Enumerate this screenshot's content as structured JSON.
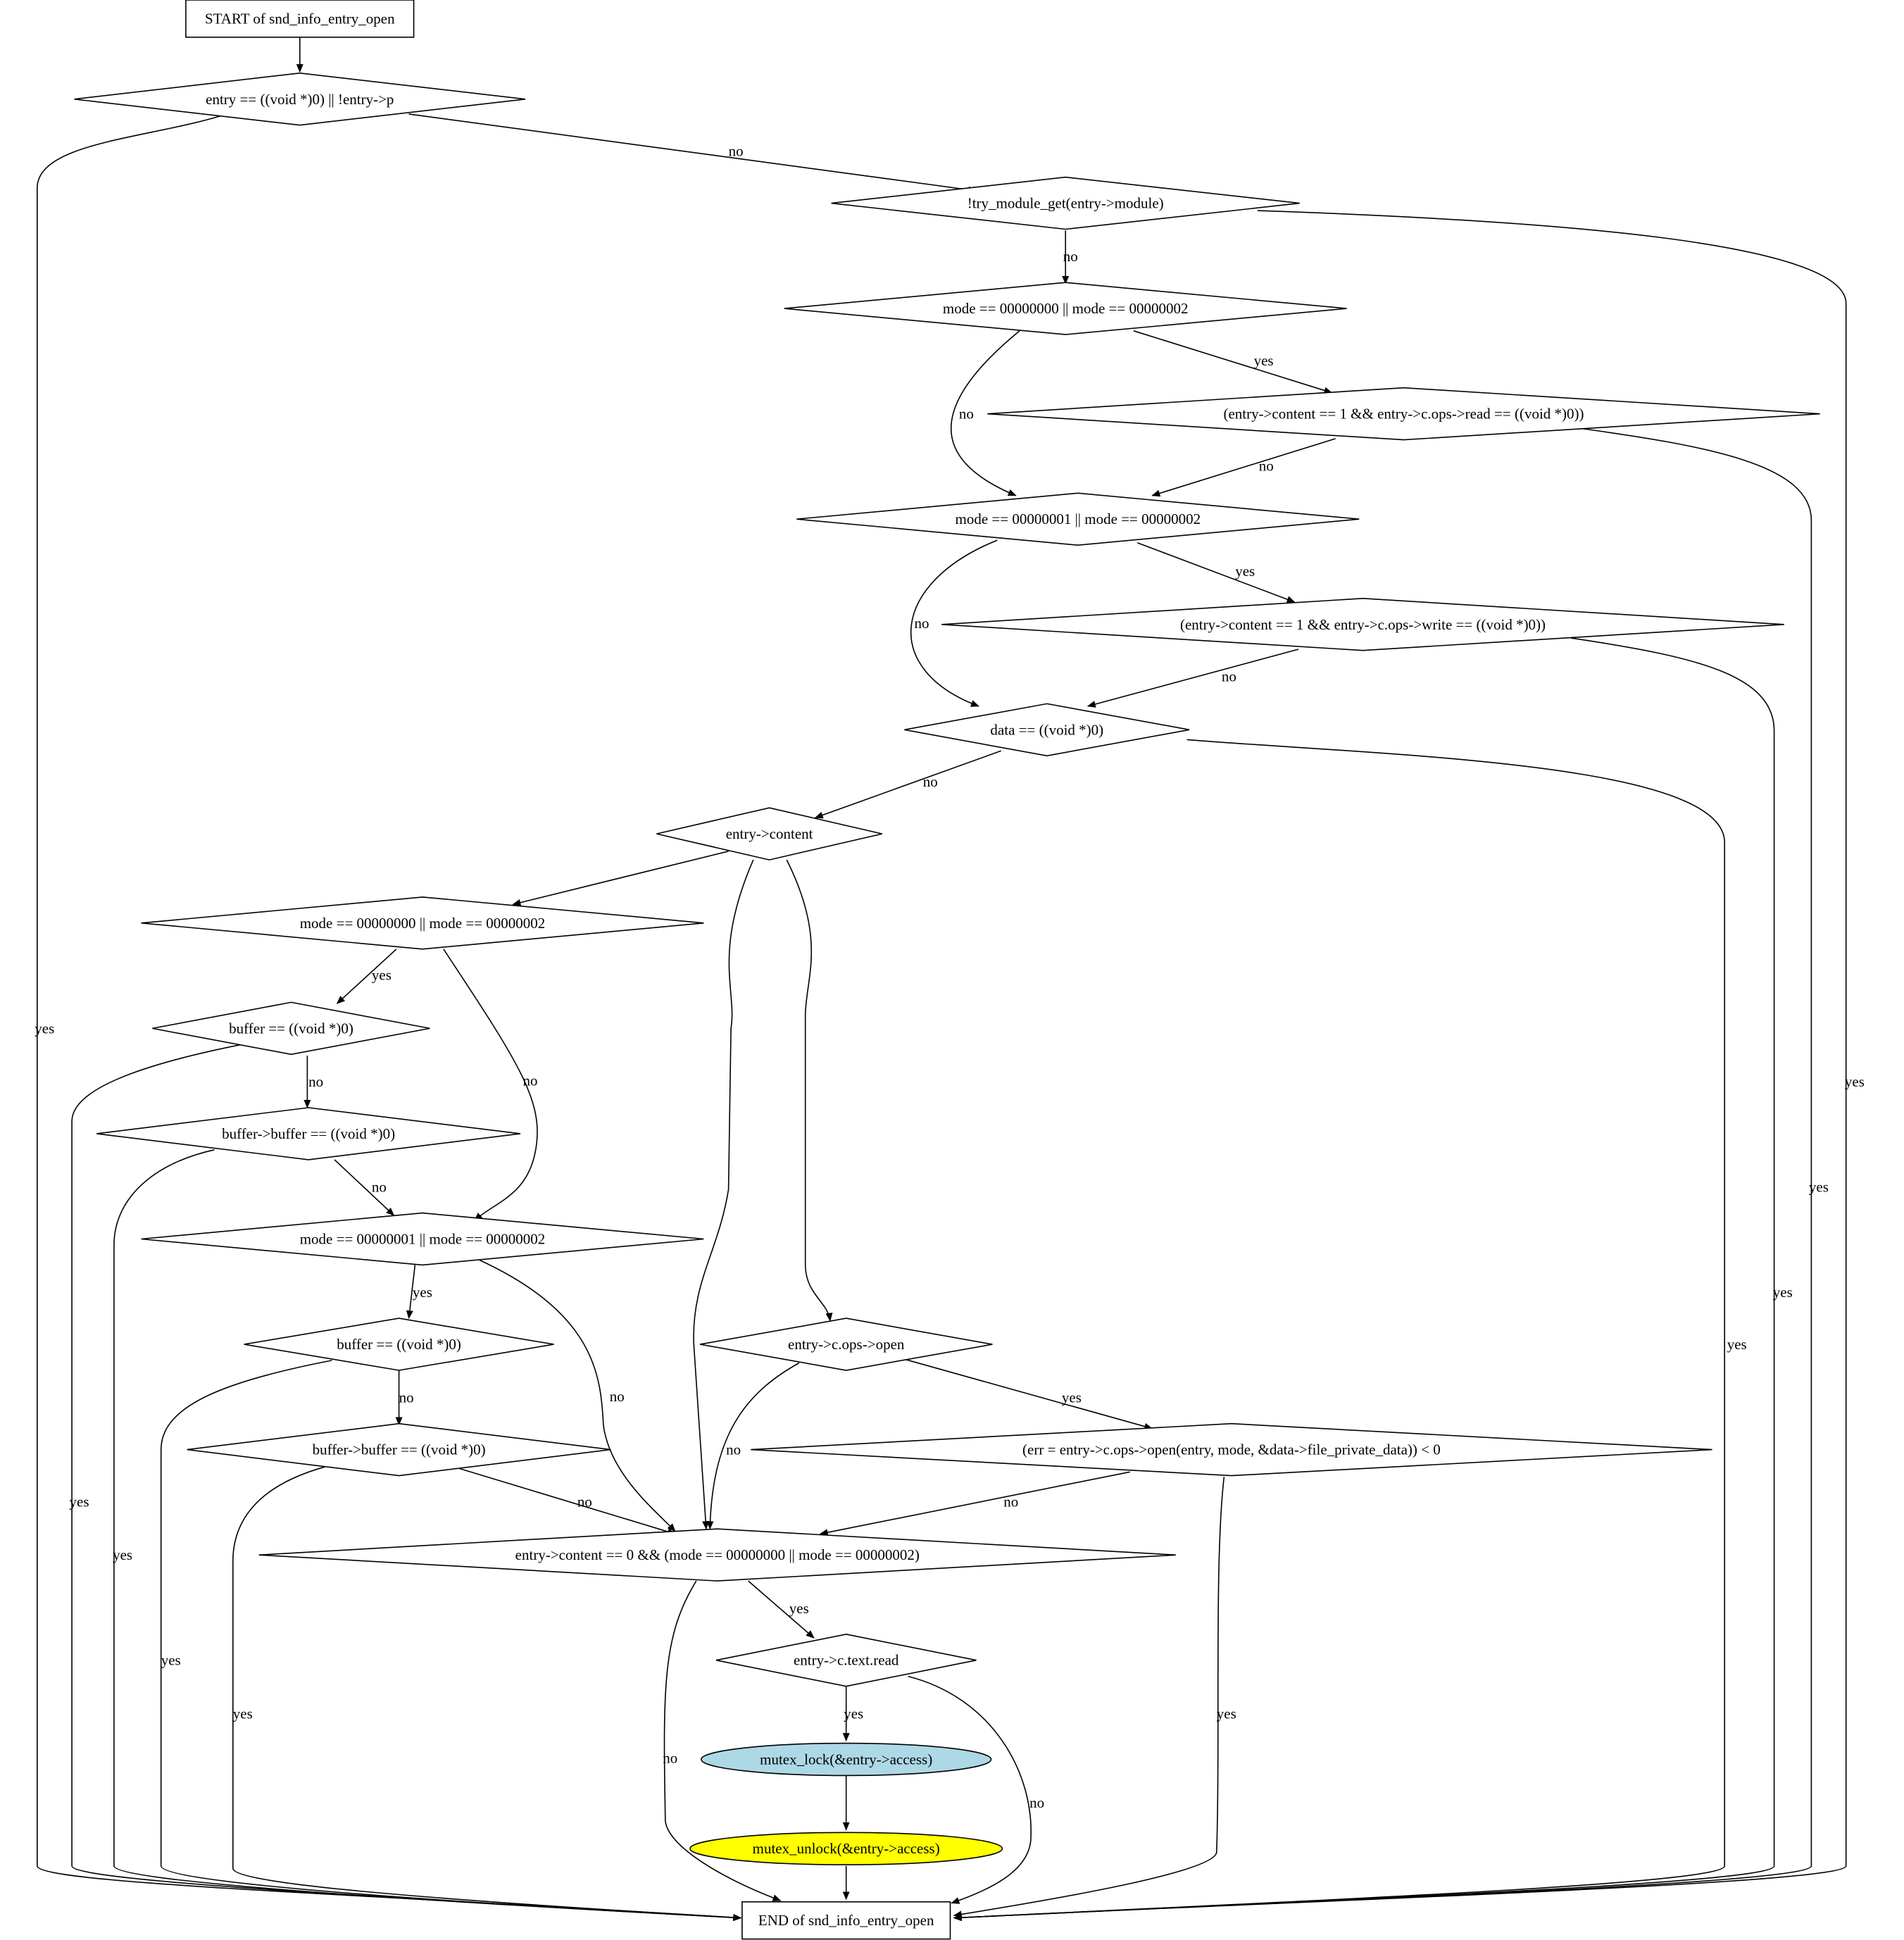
{
  "colors": {
    "lightblue": "#add8e6",
    "yellow": "#ffff00",
    "stroke": "#000000",
    "default_fill": "#ffffff"
  },
  "nodes": {
    "start": {
      "label": "START of snd_info_entry_open",
      "shape": "box"
    },
    "d1": {
      "label": "entry == ((void *)0) || !entry->p",
      "shape": "diamond"
    },
    "d2": {
      "label": "!try_module_get(entry->module)",
      "shape": "diamond"
    },
    "d3": {
      "label": "mode == 00000000 || mode == 00000002",
      "shape": "diamond"
    },
    "d4": {
      "label": "(entry->content == 1 && entry->c.ops->read == ((void *)0))",
      "shape": "diamond"
    },
    "d5": {
      "label": "mode == 00000001 || mode == 00000002",
      "shape": "diamond"
    },
    "d6": {
      "label": "(entry->content == 1 && entry->c.ops->write == ((void *)0))",
      "shape": "diamond"
    },
    "d7": {
      "label": "data == ((void *)0)",
      "shape": "diamond"
    },
    "d8": {
      "label": "entry->content",
      "shape": "diamond"
    },
    "d9": {
      "label": "mode == 00000000 || mode == 00000002",
      "shape": "diamond"
    },
    "d10": {
      "label": "buffer == ((void *)0)",
      "shape": "diamond"
    },
    "d11": {
      "label": "buffer->buffer == ((void *)0)",
      "shape": "diamond"
    },
    "d12": {
      "label": "mode == 00000001 || mode == 00000002",
      "shape": "diamond"
    },
    "d13": {
      "label": "buffer == ((void *)0)",
      "shape": "diamond"
    },
    "d14": {
      "label": "buffer->buffer == ((void *)0)",
      "shape": "diamond"
    },
    "d15": {
      "label": "entry->c.ops->open",
      "shape": "diamond"
    },
    "d16": {
      "label": "(err = entry->c.ops->open(entry, mode, &data->file_private_data)) < 0",
      "shape": "diamond"
    },
    "d17": {
      "label": "entry->content == 0 && (mode == 00000000 || mode == 00000002)",
      "shape": "diamond"
    },
    "d18": {
      "label": "entry->c.text.read",
      "shape": "diamond"
    },
    "lock": {
      "label": "mutex_lock(&entry->access)",
      "shape": "ellipse",
      "fill": "lightblue"
    },
    "unlock": {
      "label": "mutex_unlock(&entry->access)",
      "shape": "ellipse",
      "fill": "yellow"
    },
    "end": {
      "label": "END of snd_info_entry_open",
      "shape": "box"
    }
  },
  "edges": [
    {
      "from": "start",
      "to": "d1",
      "label": ""
    },
    {
      "from": "d1",
      "to": "end",
      "label": "yes"
    },
    {
      "from": "d1",
      "to": "d2",
      "label": "no"
    },
    {
      "from": "d2",
      "to": "end",
      "label": "yes"
    },
    {
      "from": "d2",
      "to": "d3",
      "label": "no"
    },
    {
      "from": "d3",
      "to": "d4",
      "label": "yes"
    },
    {
      "from": "d3",
      "to": "d5",
      "label": "no"
    },
    {
      "from": "d4",
      "to": "end",
      "label": "yes"
    },
    {
      "from": "d4",
      "to": "d5",
      "label": "no"
    },
    {
      "from": "d5",
      "to": "d6",
      "label": "yes"
    },
    {
      "from": "d5",
      "to": "d7",
      "label": "no"
    },
    {
      "from": "d6",
      "to": "end",
      "label": "yes"
    },
    {
      "from": "d6",
      "to": "d7",
      "label": "no"
    },
    {
      "from": "d7",
      "to": "end",
      "label": "yes"
    },
    {
      "from": "d7",
      "to": "d8",
      "label": "no"
    },
    {
      "from": "d8",
      "to": "d9",
      "label": ""
    },
    {
      "from": "d8",
      "to": "d17",
      "label": ""
    },
    {
      "from": "d8",
      "to": "d15",
      "label": ""
    },
    {
      "from": "d9",
      "to": "d10",
      "label": "yes"
    },
    {
      "from": "d9",
      "to": "d12",
      "label": "no"
    },
    {
      "from": "d10",
      "to": "end",
      "label": "yes"
    },
    {
      "from": "d10",
      "to": "d11",
      "label": "no"
    },
    {
      "from": "d11",
      "to": "end",
      "label": "yes"
    },
    {
      "from": "d11",
      "to": "d12",
      "label": "no"
    },
    {
      "from": "d12",
      "to": "d13",
      "label": "yes"
    },
    {
      "from": "d12",
      "to": "d17",
      "label": "no"
    },
    {
      "from": "d13",
      "to": "end",
      "label": "yes"
    },
    {
      "from": "d13",
      "to": "d14",
      "label": "no"
    },
    {
      "from": "d14",
      "to": "end",
      "label": "yes"
    },
    {
      "from": "d14",
      "to": "d17",
      "label": "no"
    },
    {
      "from": "d15",
      "to": "d16",
      "label": "yes"
    },
    {
      "from": "d15",
      "to": "d17",
      "label": "no"
    },
    {
      "from": "d16",
      "to": "end",
      "label": "yes"
    },
    {
      "from": "d16",
      "to": "d17",
      "label": "no"
    },
    {
      "from": "d17",
      "to": "d18",
      "label": "yes"
    },
    {
      "from": "d17",
      "to": "end",
      "label": "no"
    },
    {
      "from": "d18",
      "to": "lock",
      "label": "yes"
    },
    {
      "from": "d18",
      "to": "end",
      "label": "no"
    },
    {
      "from": "lock",
      "to": "unlock",
      "label": ""
    },
    {
      "from": "unlock",
      "to": "end",
      "label": ""
    }
  ]
}
